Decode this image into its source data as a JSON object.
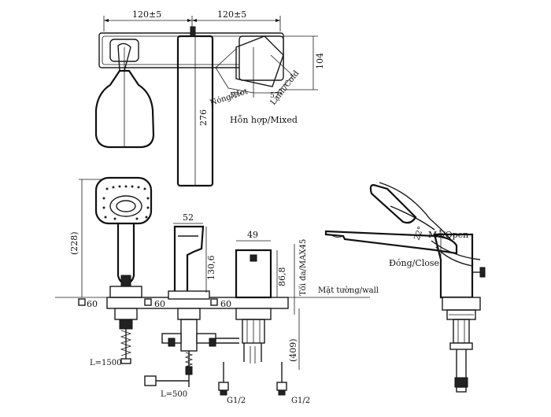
{
  "dimensions": {
    "top_spacing_left": "120±5",
    "top_spacing_right": "120±5",
    "lever_height": "104",
    "spout_length": "276",
    "angle_hot": "57°",
    "angle_cold": "57°",
    "handshower_height": "(228)",
    "spout_width": "52",
    "spout_height": "130,6",
    "valve_width": "49",
    "valve_height": "86,8",
    "deck_thickness_max": "Tối đa/MAX45",
    "base_left": "60",
    "base_mid": "60",
    "base_right": "60",
    "hose_length": "L=1500",
    "connector_length": "L=500",
    "below_deck": "(409)",
    "thread_left": "G1/2",
    "thread_right": "G1/2",
    "lever_angle": "22°"
  },
  "labels": {
    "hot": "Nóng/Hot",
    "cold": "Lạnh/Cold",
    "mixed": "Hỗn hợp/Mixed",
    "wall": "Mặt tường/wall",
    "open": "Mở/Open",
    "close": "Đóng/Close"
  }
}
